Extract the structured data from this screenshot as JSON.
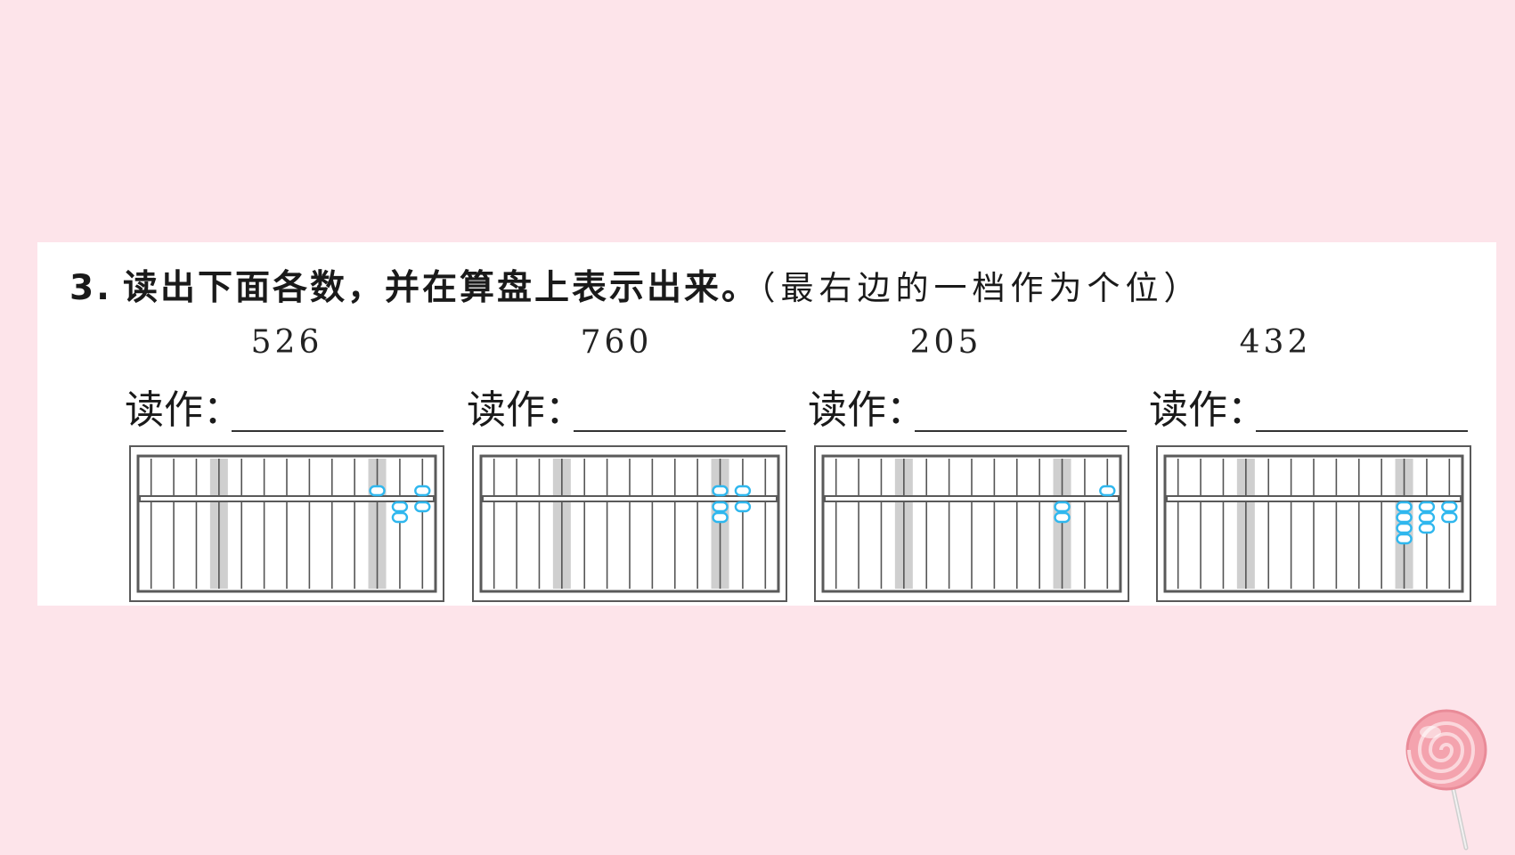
{
  "question": {
    "number": "3.",
    "text": "读出下面各数，并在算盘上表示出来。",
    "note": "（最右边的一档作为个位）"
  },
  "read_label": "读作：",
  "items": [
    {
      "value": "526",
      "digits": [
        5,
        2,
        6
      ]
    },
    {
      "value": "760",
      "digits": [
        7,
        6,
        0
      ]
    },
    {
      "value": "205",
      "digits": [
        2,
        0,
        5
      ]
    },
    {
      "value": "432",
      "digits": [
        4,
        3,
        2
      ]
    }
  ],
  "colors": {
    "background": "#fde4ea",
    "bead": "#2fb7ee",
    "frame": "#5a5a5a",
    "marker_rod": "#cfcfcf"
  }
}
